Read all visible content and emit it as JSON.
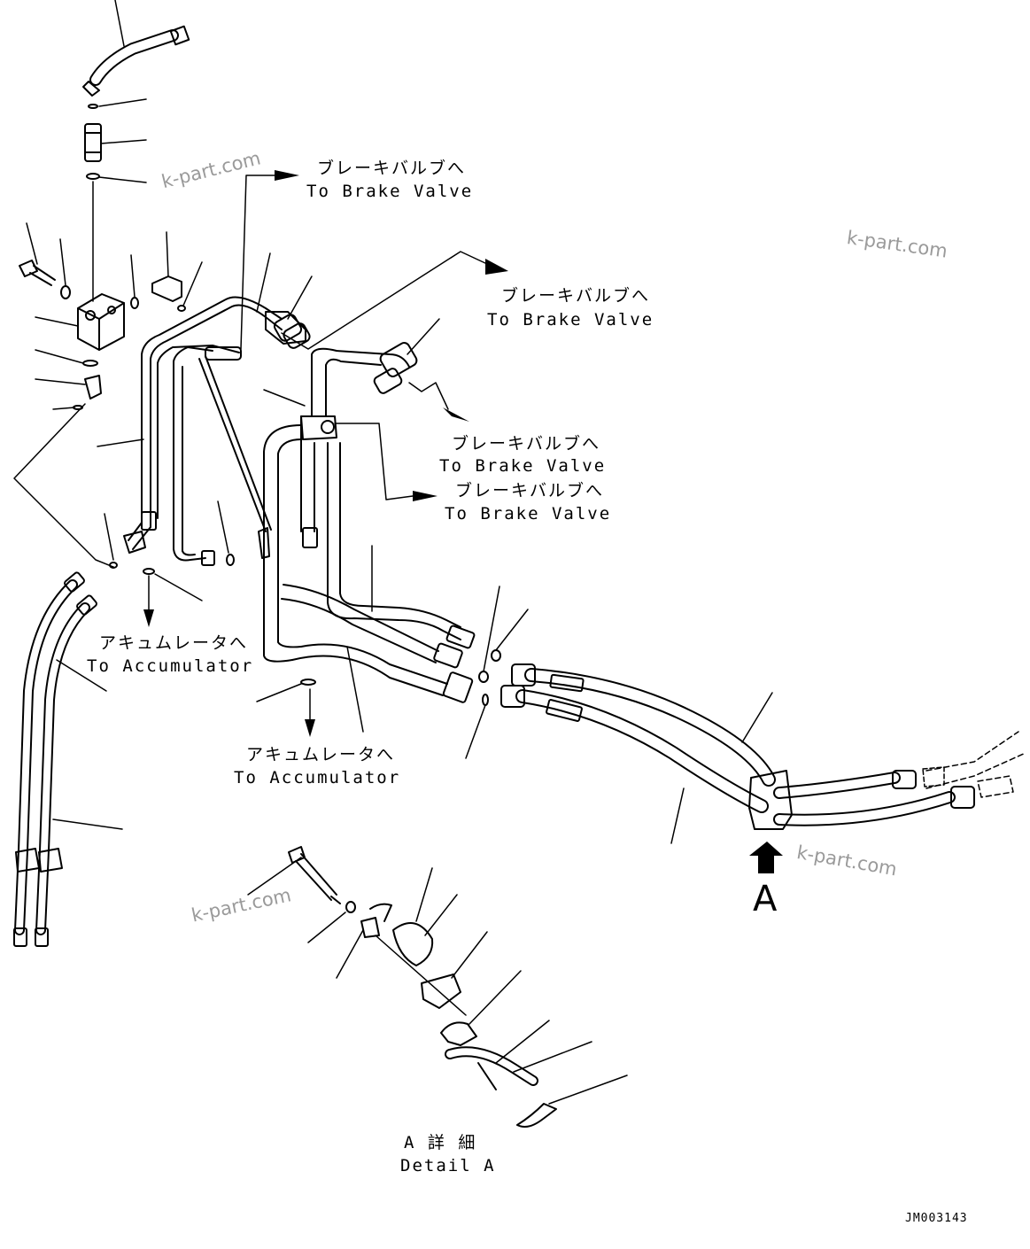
{
  "labels": {
    "brake1_jp": "ブレーキバルブへ",
    "brake1_en": "To Brake Valve",
    "brake2_jp": "ブレーキバルブへ",
    "brake2_en": "To Brake Valve",
    "brake3_jp": "ブレーキバルブへ",
    "brake3_en": "To Brake Valve",
    "brake4_jp": "ブレーキバルブへ",
    "brake4_en": "To Brake Valve",
    "accum1_jp": "アキュムレータへ",
    "accum1_en": "To Accumulator",
    "accum2_jp": "アキュムレータへ",
    "accum2_en": "To Accumulator",
    "detail_jp": "A 詳 細",
    "detail_en": "Detail A",
    "view_marker": "A",
    "drawing_code": "JM003143"
  },
  "watermarks": [
    "k-part.com",
    "k-part.com",
    "k-part.com",
    "k-part.com"
  ],
  "colors": {
    "line": "#000000",
    "watermark": "#9a9a9a",
    "background": "#ffffff"
  }
}
